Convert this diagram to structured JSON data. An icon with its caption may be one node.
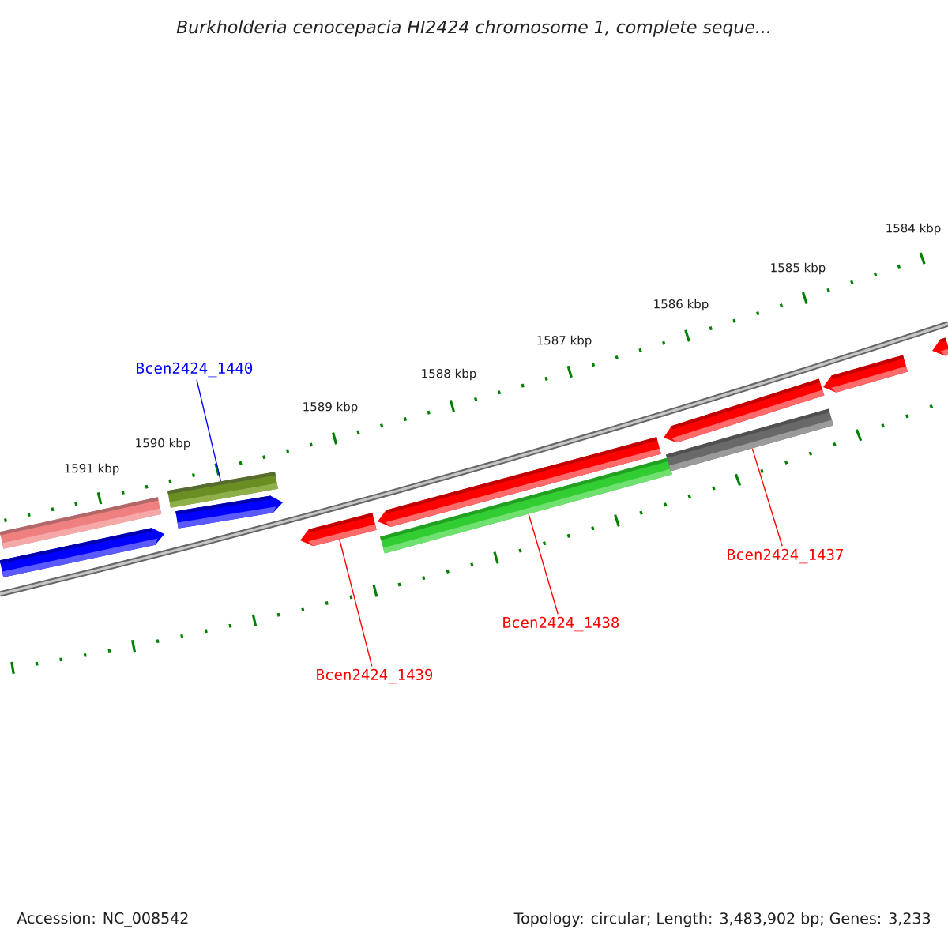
{
  "diagram": {
    "title": "Burkholderia cenocepacia HI2424 chromosome 1, complete seque...",
    "nodes": [
      {
        "text": [
          "Bcen2424_1440"
        ]
      },
      {
        "text": [],
        "shape": "bar"
      },
      {
        "text": [],
        "shape": "bar"
      },
      {
        "text": [],
        "shape": "arrow"
      },
      {
        "text": [],
        "shape": "arrow"
      },
      {
        "text": [],
        "shape": "arrow"
      },
      {
        "text": [],
        "shape": "arrow"
      },
      {
        "text": [],
        "shape": "bar"
      },
      {
        "text": [],
        "shape": "arrow"
      },
      {
        "text": [],
        "shape": "bar"
      },
      {
        "text": [],
        "shape": "arrow"
      },
      {
        "text": [],
        "shape": "arrow"
      },
      {
        "text": [
          "Bcen2424_1439"
        ]
      },
      {
        "text": [
          "Bcen2424_1438"
        ]
      },
      {
        "text": [
          "Bcen2424_1437"
        ]
      }
    ],
    "edges": [
      {
        "from": 0,
        "to": 2,
        "arrow": "none",
        "color": "#0000ff"
      },
      {
        "from": 12,
        "to": 5,
        "arrow": "none"
      },
      {
        "from": 13,
        "to": 7,
        "arrow": "none"
      },
      {
        "from": 14,
        "to": 9,
        "arrow": "none"
      }
    ],
    "labels": [
      "1584 kbp",
      "1585 kbp",
      "1586 kbp",
      "1587 kbp",
      "1588 kbp",
      "1589 kbp",
      "1590 kbp",
      "1591 kbp",
      "Accession: NC_008542",
      "Topology: circular; Length: 3,483,902 bp; Genes: 3,233"
    ]
  }
}
